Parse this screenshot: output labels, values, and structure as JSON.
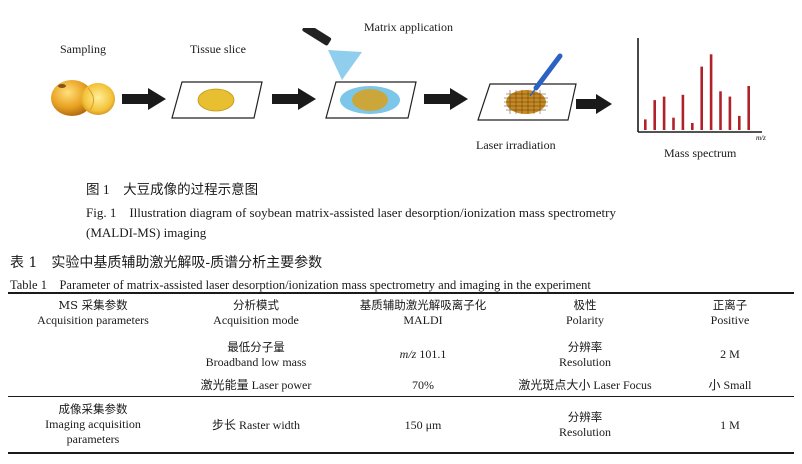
{
  "figure": {
    "steps": {
      "sampling": "Sampling",
      "tissue_slice": "Tissue slice",
      "matrix_application": "Matrix application",
      "laser_irradiation": "Laser irradiation",
      "mass_spectrum": "Mass spectrum"
    },
    "axis_label": "m/z",
    "spectrum_peaks": [
      {
        "x": 1,
        "y": 0.12
      },
      {
        "x": 2,
        "y": 0.34
      },
      {
        "x": 3,
        "y": 0.38
      },
      {
        "x": 4,
        "y": 0.14
      },
      {
        "x": 5,
        "y": 0.4
      },
      {
        "x": 6,
        "y": 0.08
      },
      {
        "x": 7,
        "y": 0.72
      },
      {
        "x": 8,
        "y": 0.86
      },
      {
        "x": 9,
        "y": 0.44
      },
      {
        "x": 10,
        "y": 0.38
      },
      {
        "x": 11,
        "y": 0.16
      },
      {
        "x": 12,
        "y": 0.5
      }
    ],
    "colors": {
      "seed": "#e8a020",
      "matrix": "#7cc6ea",
      "peak": "#b0222a",
      "arrow": "#1a1a1a"
    },
    "caption_zh": "图 1　大豆成像的过程示意图",
    "caption_en_line1": "Fig. 1　Illustration diagram of soybean matrix-assisted laser desorption/ionization mass spectrometry",
    "caption_en_line2": "(MALDI-MS) imaging"
  },
  "table": {
    "title_zh": "表 1　实验中基质辅助激光解吸-质谱分析主要参数",
    "title_en": "Table 1　Parameter of matrix-assisted laser desorption/ionization mass spectrometry and imaging in the experiment",
    "rows": {
      "ms_zh": "MS 采集参数",
      "ms_en": "Acquisition parameters",
      "mode_zh": "分析模式",
      "mode_en": "Acquisition mode",
      "maldi_zh": "基质辅助激光解吸离子化",
      "maldi_en": "MALDI",
      "polarity_zh": "极性",
      "polarity_en": "Polarity",
      "positive_zh": "正离子",
      "positive_en": "Positive",
      "lowmass_zh": "最低分子量",
      "lowmass_en": "Broadband low mass",
      "lowmass_value_unit": "m/z",
      "lowmass_value_num": "101.1",
      "resolution_zh": "分辨率",
      "resolution_en": "Resolution",
      "resolution_value": "2 M",
      "laser_power": "激光能量 Laser power",
      "laser_power_value": "70%",
      "laser_focus": "激光斑点大小 Laser Focus",
      "laser_focus_value": "小 Small",
      "imaging_zh": "成像采集参数",
      "imaging_en_1": "Imaging acquisition",
      "imaging_en_2": "parameters",
      "raster": "步长 Raster width",
      "raster_value": "150 μm",
      "resolution2_zh": "分辨率",
      "resolution2_en": "Resolution",
      "resolution2_value": "1 M"
    }
  }
}
